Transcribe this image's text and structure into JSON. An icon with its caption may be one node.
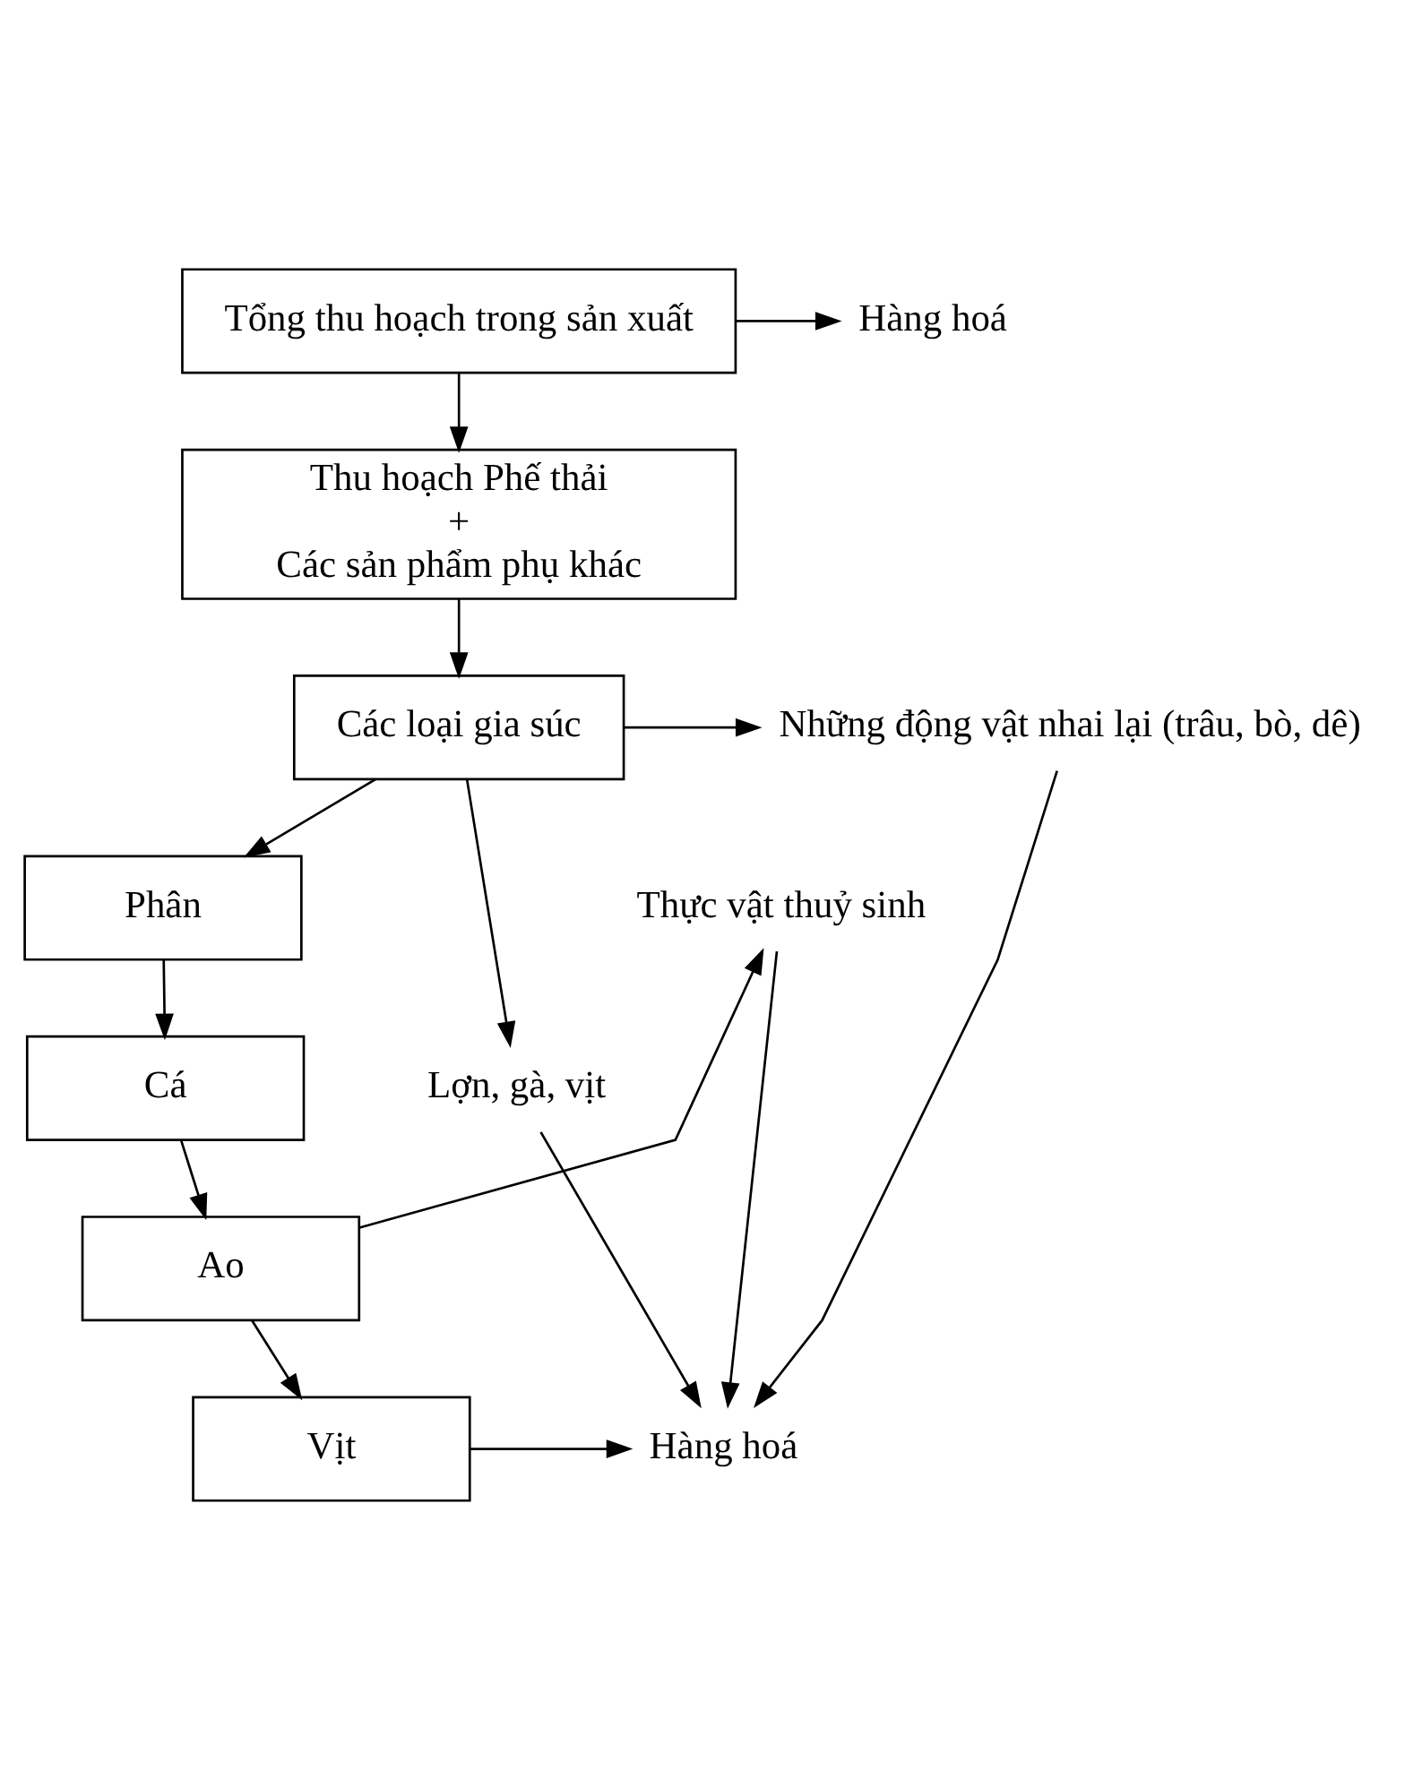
{
  "diagram": {
    "nodes": [
      {
        "text": [
          "Tổng thu hoạch trong sản xuất"
        ]
      },
      {
        "text": [
          "Hàng hoá"
        ]
      },
      {
        "text": [
          "Thu hoạch Phế thải",
          "+",
          "Các sản phẩm phụ khác"
        ]
      },
      {
        "text": [
          "Các loại gia súc"
        ]
      },
      {
        "text": [
          "Những động vật nhai lại (trâu, bò, dê)"
        ]
      },
      {
        "text": [
          "Lợn, gà, vịt"
        ]
      },
      {
        "text": [
          "Phân"
        ]
      },
      {
        "text": [
          "Thực vật thuỷ sinh"
        ]
      },
      {
        "text": [
          "Cá"
        ]
      },
      {
        "text": [
          "Ao"
        ]
      },
      {
        "text": [
          "Vịt"
        ]
      },
      {
        "text": [
          "Hàng hoá"
        ]
      }
    ],
    "edges": [
      {
        "from": 0,
        "to": 1,
        "arrow": "to"
      },
      {
        "from": 0,
        "to": 2,
        "arrow": "to"
      },
      {
        "from": 2,
        "to": 3,
        "arrow": "to"
      },
      {
        "from": 3,
        "to": 4,
        "arrow": "to"
      },
      {
        "from": 3,
        "to": 5,
        "arrow": "to"
      },
      {
        "from": 3,
        "to": 6,
        "arrow": "to"
      },
      {
        "from": 6,
        "to": 8,
        "arrow": "to"
      },
      {
        "from": 8,
        "to": 9,
        "arrow": "to"
      },
      {
        "from": 9,
        "to": 7,
        "arrow": "to"
      },
      {
        "from": 9,
        "to": 10,
        "arrow": "to"
      },
      {
        "from": 10,
        "to": 11,
        "arrow": "to"
      },
      {
        "from": 4,
        "to": 11,
        "arrow": "to"
      },
      {
        "from": 5,
        "to": 11,
        "arrow": "to"
      },
      {
        "from": 7,
        "to": 11,
        "arrow": "to"
      }
    ]
  }
}
